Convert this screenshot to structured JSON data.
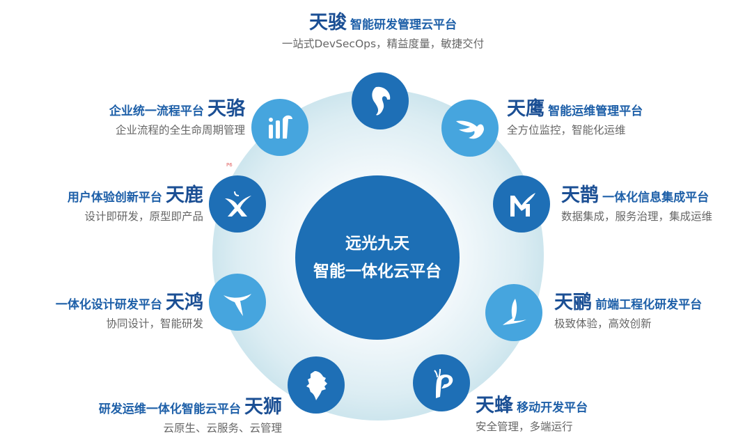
{
  "center": {
    "line1": "远光九天",
    "line2": "智能一体化云平台",
    "color": "#1d6fb5"
  },
  "marker": "P6",
  "platforms": [
    {
      "id": "tianjun",
      "brand": "天骏",
      "title": "智能研发管理云平台",
      "subtitle": "一站式DevSecOps，精益度量，敏捷交付",
      "icon": "horse-icon"
    },
    {
      "id": "tianluo",
      "brand": "天骆",
      "title": "企业统一流程平台",
      "subtitle": "企业流程的全生命周期管理",
      "icon": "camel-logo-icon"
    },
    {
      "id": "tianying",
      "brand": "天鹰",
      "title": "智能运维管理平台",
      "subtitle": "全方位监控，智能化运维",
      "icon": "eagle-icon"
    },
    {
      "id": "tianlu",
      "brand": "天鹿",
      "title": "用户体验创新平台",
      "subtitle": "设计即研发，原型即产品",
      "icon": "deer-x-icon"
    },
    {
      "id": "tianque",
      "brand": "天鹊",
      "title": "一体化信息集成平台",
      "subtitle": "数据集成，服务治理，集成运维",
      "icon": "magpie-m-icon"
    },
    {
      "id": "tianhong",
      "brand": "天鸿",
      "title": "一体化设计研发平台",
      "subtitle": "协同设计，智能研发",
      "icon": "swan-t-icon"
    },
    {
      "id": "tianli",
      "brand": "天鹂",
      "title": "前端工程化研发平台",
      "subtitle": "极致体验，高效创新",
      "icon": "oriole-l-icon"
    },
    {
      "id": "tianshi",
      "brand": "天狮",
      "title": "研发运维一体化智能云平台",
      "subtitle": "云原生、云服务、云管理",
      "icon": "lion-icon"
    },
    {
      "id": "tianfeng",
      "brand": "天蜂",
      "title": "移动开发平台",
      "subtitle": "安全管理，多端运行",
      "icon": "bee-p-icon"
    }
  ],
  "colors": {
    "dark_node": "#1e6fb6",
    "light_node": "#46a5de",
    "brand_text": "#1b4f94",
    "title_text": "#1d5fa8",
    "subtitle_text": "#666666"
  }
}
